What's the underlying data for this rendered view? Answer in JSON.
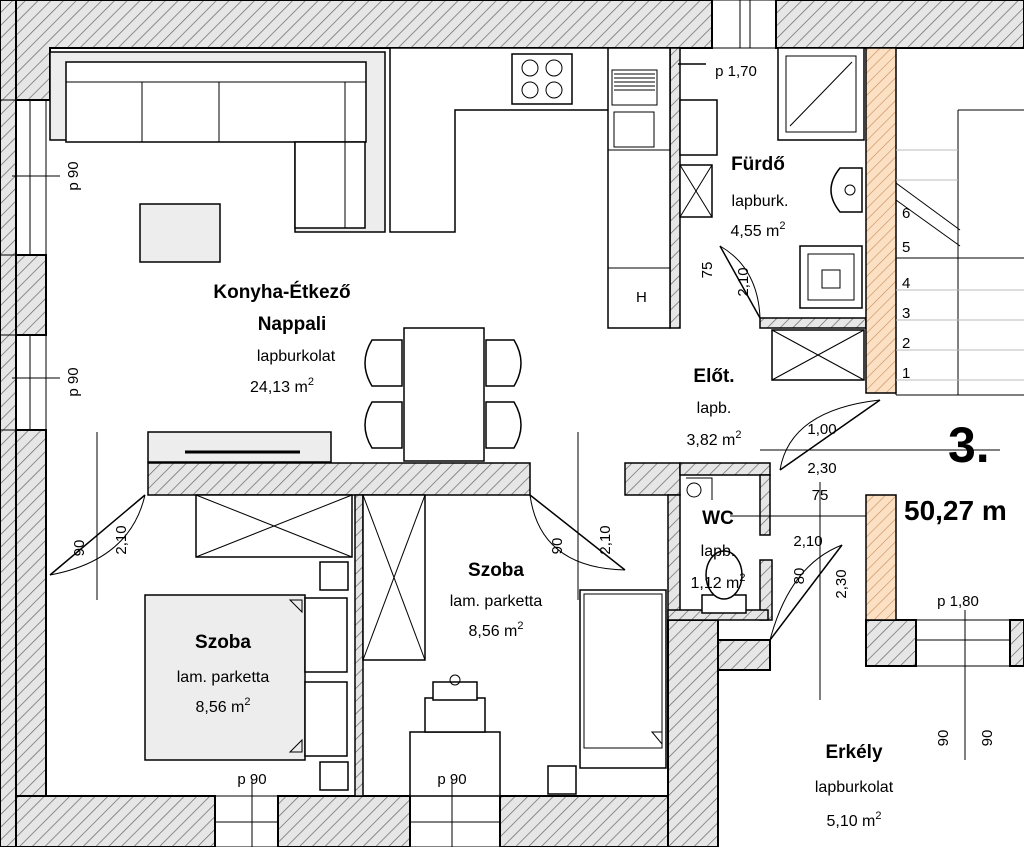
{
  "apartment": {
    "number": "3.",
    "total_area": "50,27 m"
  },
  "rooms": {
    "living": {
      "name1": "Konyha-Étkező",
      "name2": "Nappali",
      "floor": "lapburkolat",
      "area": "24,13 m"
    },
    "bath": {
      "name": "Fürdő",
      "floor": "lapburk.",
      "area": "4,55 m"
    },
    "hall": {
      "name": "Előt.",
      "floor": "lapb.",
      "area": "3,82 m"
    },
    "wc": {
      "name": "WC",
      "floor": "lapb.",
      "area": "1,12 m"
    },
    "bedroom_left": {
      "name": "Szoba",
      "floor": "lam. parketta",
      "area": "8,56 m"
    },
    "bedroom_right": {
      "name": "Szoba",
      "floor": "lam. parketta",
      "area": "8,56 m"
    },
    "balcony": {
      "name": "Erkély",
      "floor": "lapburkolat",
      "area": "5,10 m"
    }
  },
  "area_superscript": "2",
  "dimensions": {
    "win_left_top": "p 90",
    "win_left_bottom": "p 90",
    "win_bath": "p 1,70",
    "win_bottom_left": "p 90",
    "win_bottom_mid": "p 90",
    "win_balcony": "p 1,80",
    "door_bath_w": "75",
    "door_bath_h": "2,10",
    "door_living_w": "90",
    "door_living_h": "2,10",
    "door_bed_w": "90",
    "door_bed_h": "2,10",
    "door_entry_w": "1,00",
    "door_entry_h": "2,30",
    "door_wc_w": "75",
    "door_wc_h": "2,10",
    "door_balc_w": "80",
    "door_balc_h": "2,30",
    "balc_dim_a": "90",
    "balc_dim_b": "90"
  },
  "fixtures": {
    "oven_label": "H"
  },
  "stairs": [
    "1",
    "2",
    "3",
    "4",
    "5",
    "6"
  ]
}
